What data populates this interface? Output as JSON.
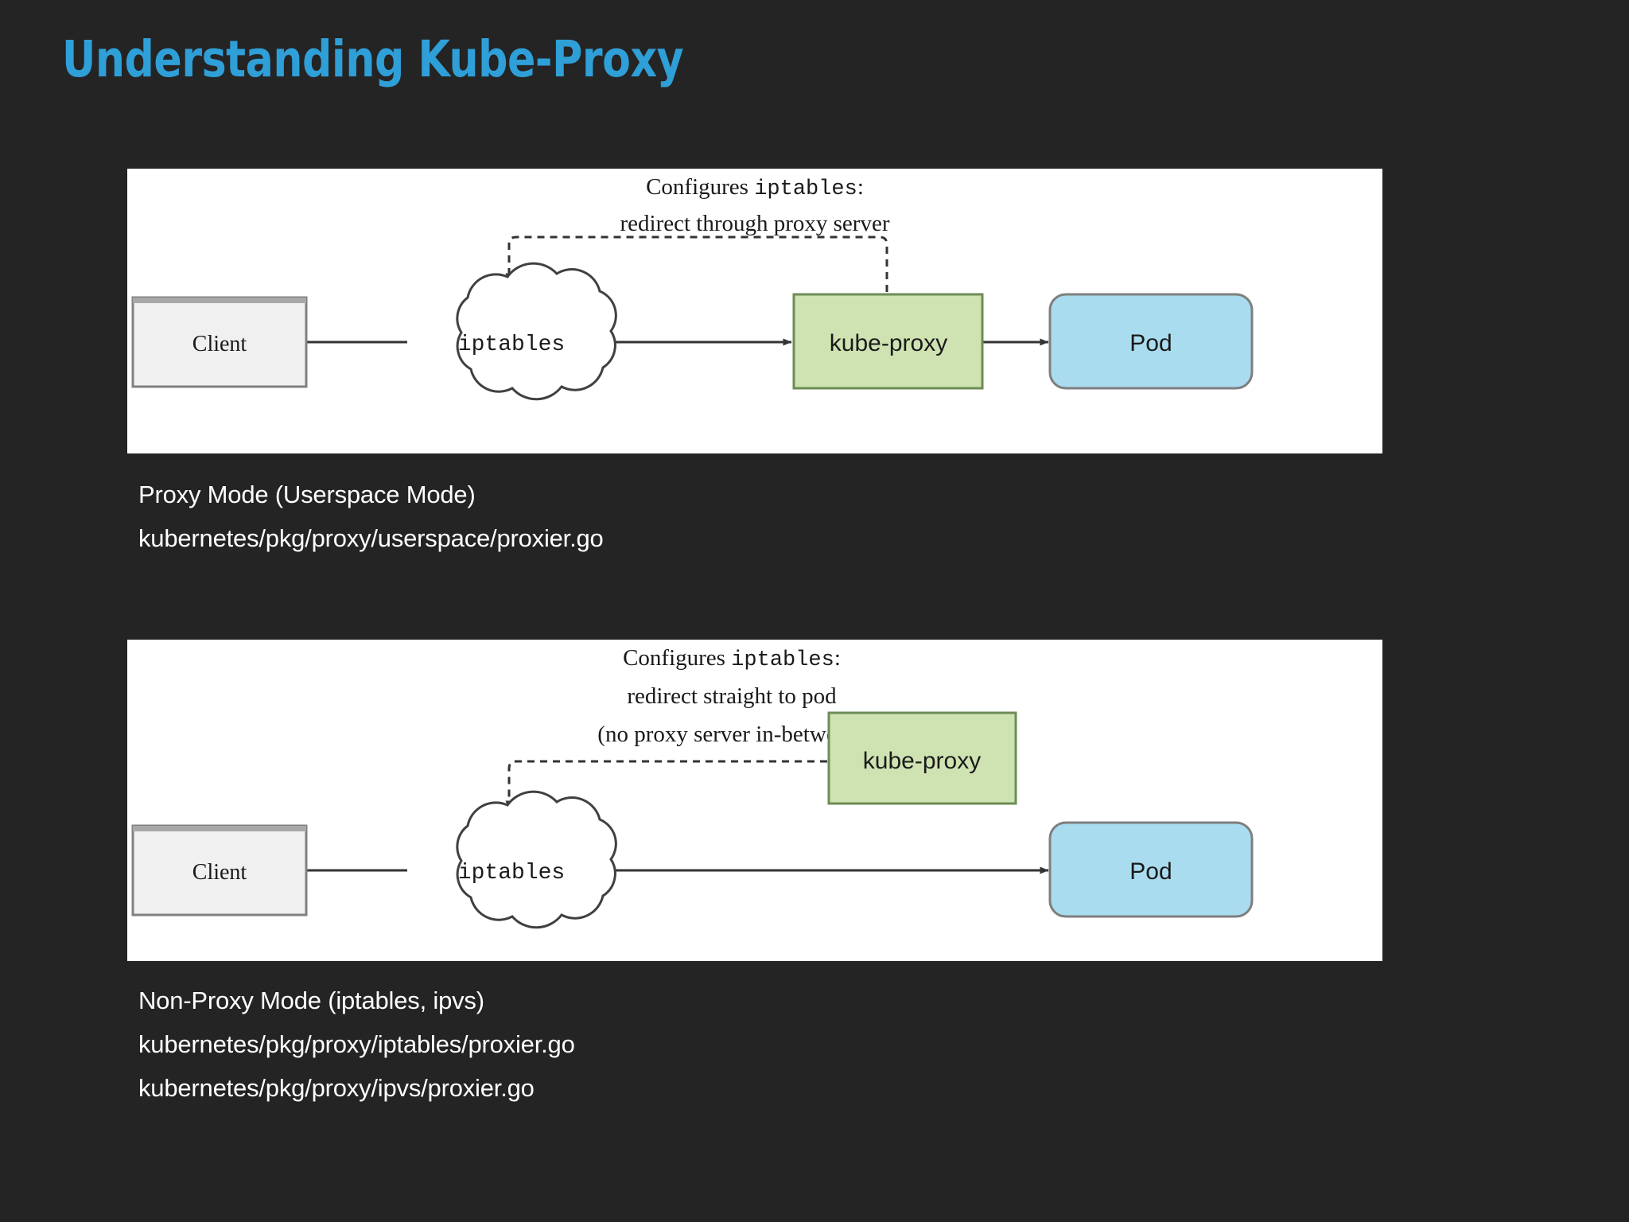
{
  "slide": {
    "title": "Understanding Kube-Proxy",
    "background_color": "#242424",
    "title_color": "#2F9FD8"
  },
  "palette": {
    "panel_background": "#FFFFFF",
    "client_box_fill": "#F0F0F0",
    "client_box_stroke": "#808080",
    "kube_proxy_fill": "#CFE3B2",
    "kube_proxy_stroke": "#7E9A62",
    "pod_fill": "#A9DCEF",
    "pod_stroke": "#7F7F7F",
    "line_color": "#404040",
    "text_color": "#1A1A1A",
    "caption_color": "#FFFFFF"
  },
  "diagrams": [
    {
      "id": "userspace-proxy-mode",
      "annotation": {
        "lines": [
          {
            "plain_prefix": "Configures ",
            "mono": "iptables",
            "plain_suffix": ":"
          },
          {
            "plain_prefix": "redirect through proxy server",
            "mono": "",
            "plain_suffix": ""
          }
        ]
      },
      "nodes": [
        {
          "id": "client",
          "label": "Client",
          "shape": "rect",
          "fill": "#F0F0F0",
          "stroke": "#808080"
        },
        {
          "id": "iptables",
          "label": "iptables",
          "shape": "cloud",
          "fill": "#FFFFFF",
          "stroke": "#404040",
          "mono": true
        },
        {
          "id": "kube-proxy",
          "label": "kube-proxy",
          "shape": "rect",
          "fill": "#CFE3B2",
          "stroke": "#7E9A62"
        },
        {
          "id": "pod",
          "label": "Pod",
          "shape": "round-rect",
          "fill": "#A9DCEF",
          "stroke": "#7F7F7F"
        }
      ],
      "edges": [
        {
          "from": "client",
          "to": "iptables",
          "style": "solid",
          "arrow": false
        },
        {
          "from": "iptables",
          "to": "kube-proxy",
          "style": "solid",
          "arrow": true
        },
        {
          "from": "kube-proxy",
          "to": "pod",
          "style": "solid",
          "arrow": true
        },
        {
          "from": "kube-proxy",
          "to": "iptables",
          "style": "dashed",
          "arrow": true
        }
      ],
      "caption": [
        "Proxy Mode (Userspace Mode)",
        "kubernetes/pkg/proxy/userspace/proxier.go"
      ]
    },
    {
      "id": "non-proxy-mode",
      "annotation": {
        "lines": [
          {
            "plain_prefix": "Configures ",
            "mono": "iptables",
            "plain_suffix": ":"
          },
          {
            "plain_prefix": "redirect straight to pod",
            "mono": "",
            "plain_suffix": ""
          },
          {
            "plain_prefix": "(no proxy server in-between)",
            "mono": "",
            "plain_suffix": ""
          }
        ]
      },
      "nodes": [
        {
          "id": "client",
          "label": "Client",
          "shape": "rect",
          "fill": "#F0F0F0",
          "stroke": "#808080"
        },
        {
          "id": "iptables",
          "label": "iptables",
          "shape": "cloud",
          "fill": "#FFFFFF",
          "stroke": "#404040",
          "mono": true
        },
        {
          "id": "kube-proxy",
          "label": "kube-proxy",
          "shape": "rect",
          "fill": "#CFE3B2",
          "stroke": "#7E9A62"
        },
        {
          "id": "pod",
          "label": "Pod",
          "shape": "round-rect",
          "fill": "#A9DCEF",
          "stroke": "#7F7F7F"
        }
      ],
      "edges": [
        {
          "from": "client",
          "to": "iptables",
          "style": "solid",
          "arrow": false
        },
        {
          "from": "iptables",
          "to": "pod",
          "style": "solid",
          "arrow": true
        },
        {
          "from": "kube-proxy",
          "to": "iptables",
          "style": "dashed",
          "arrow": true
        }
      ],
      "caption": [
        "Non-Proxy Mode (iptables, ipvs)",
        "kubernetes/pkg/proxy/iptables/proxier.go",
        "kubernetes/pkg/proxy/ipvs/proxier.go"
      ]
    }
  ]
}
